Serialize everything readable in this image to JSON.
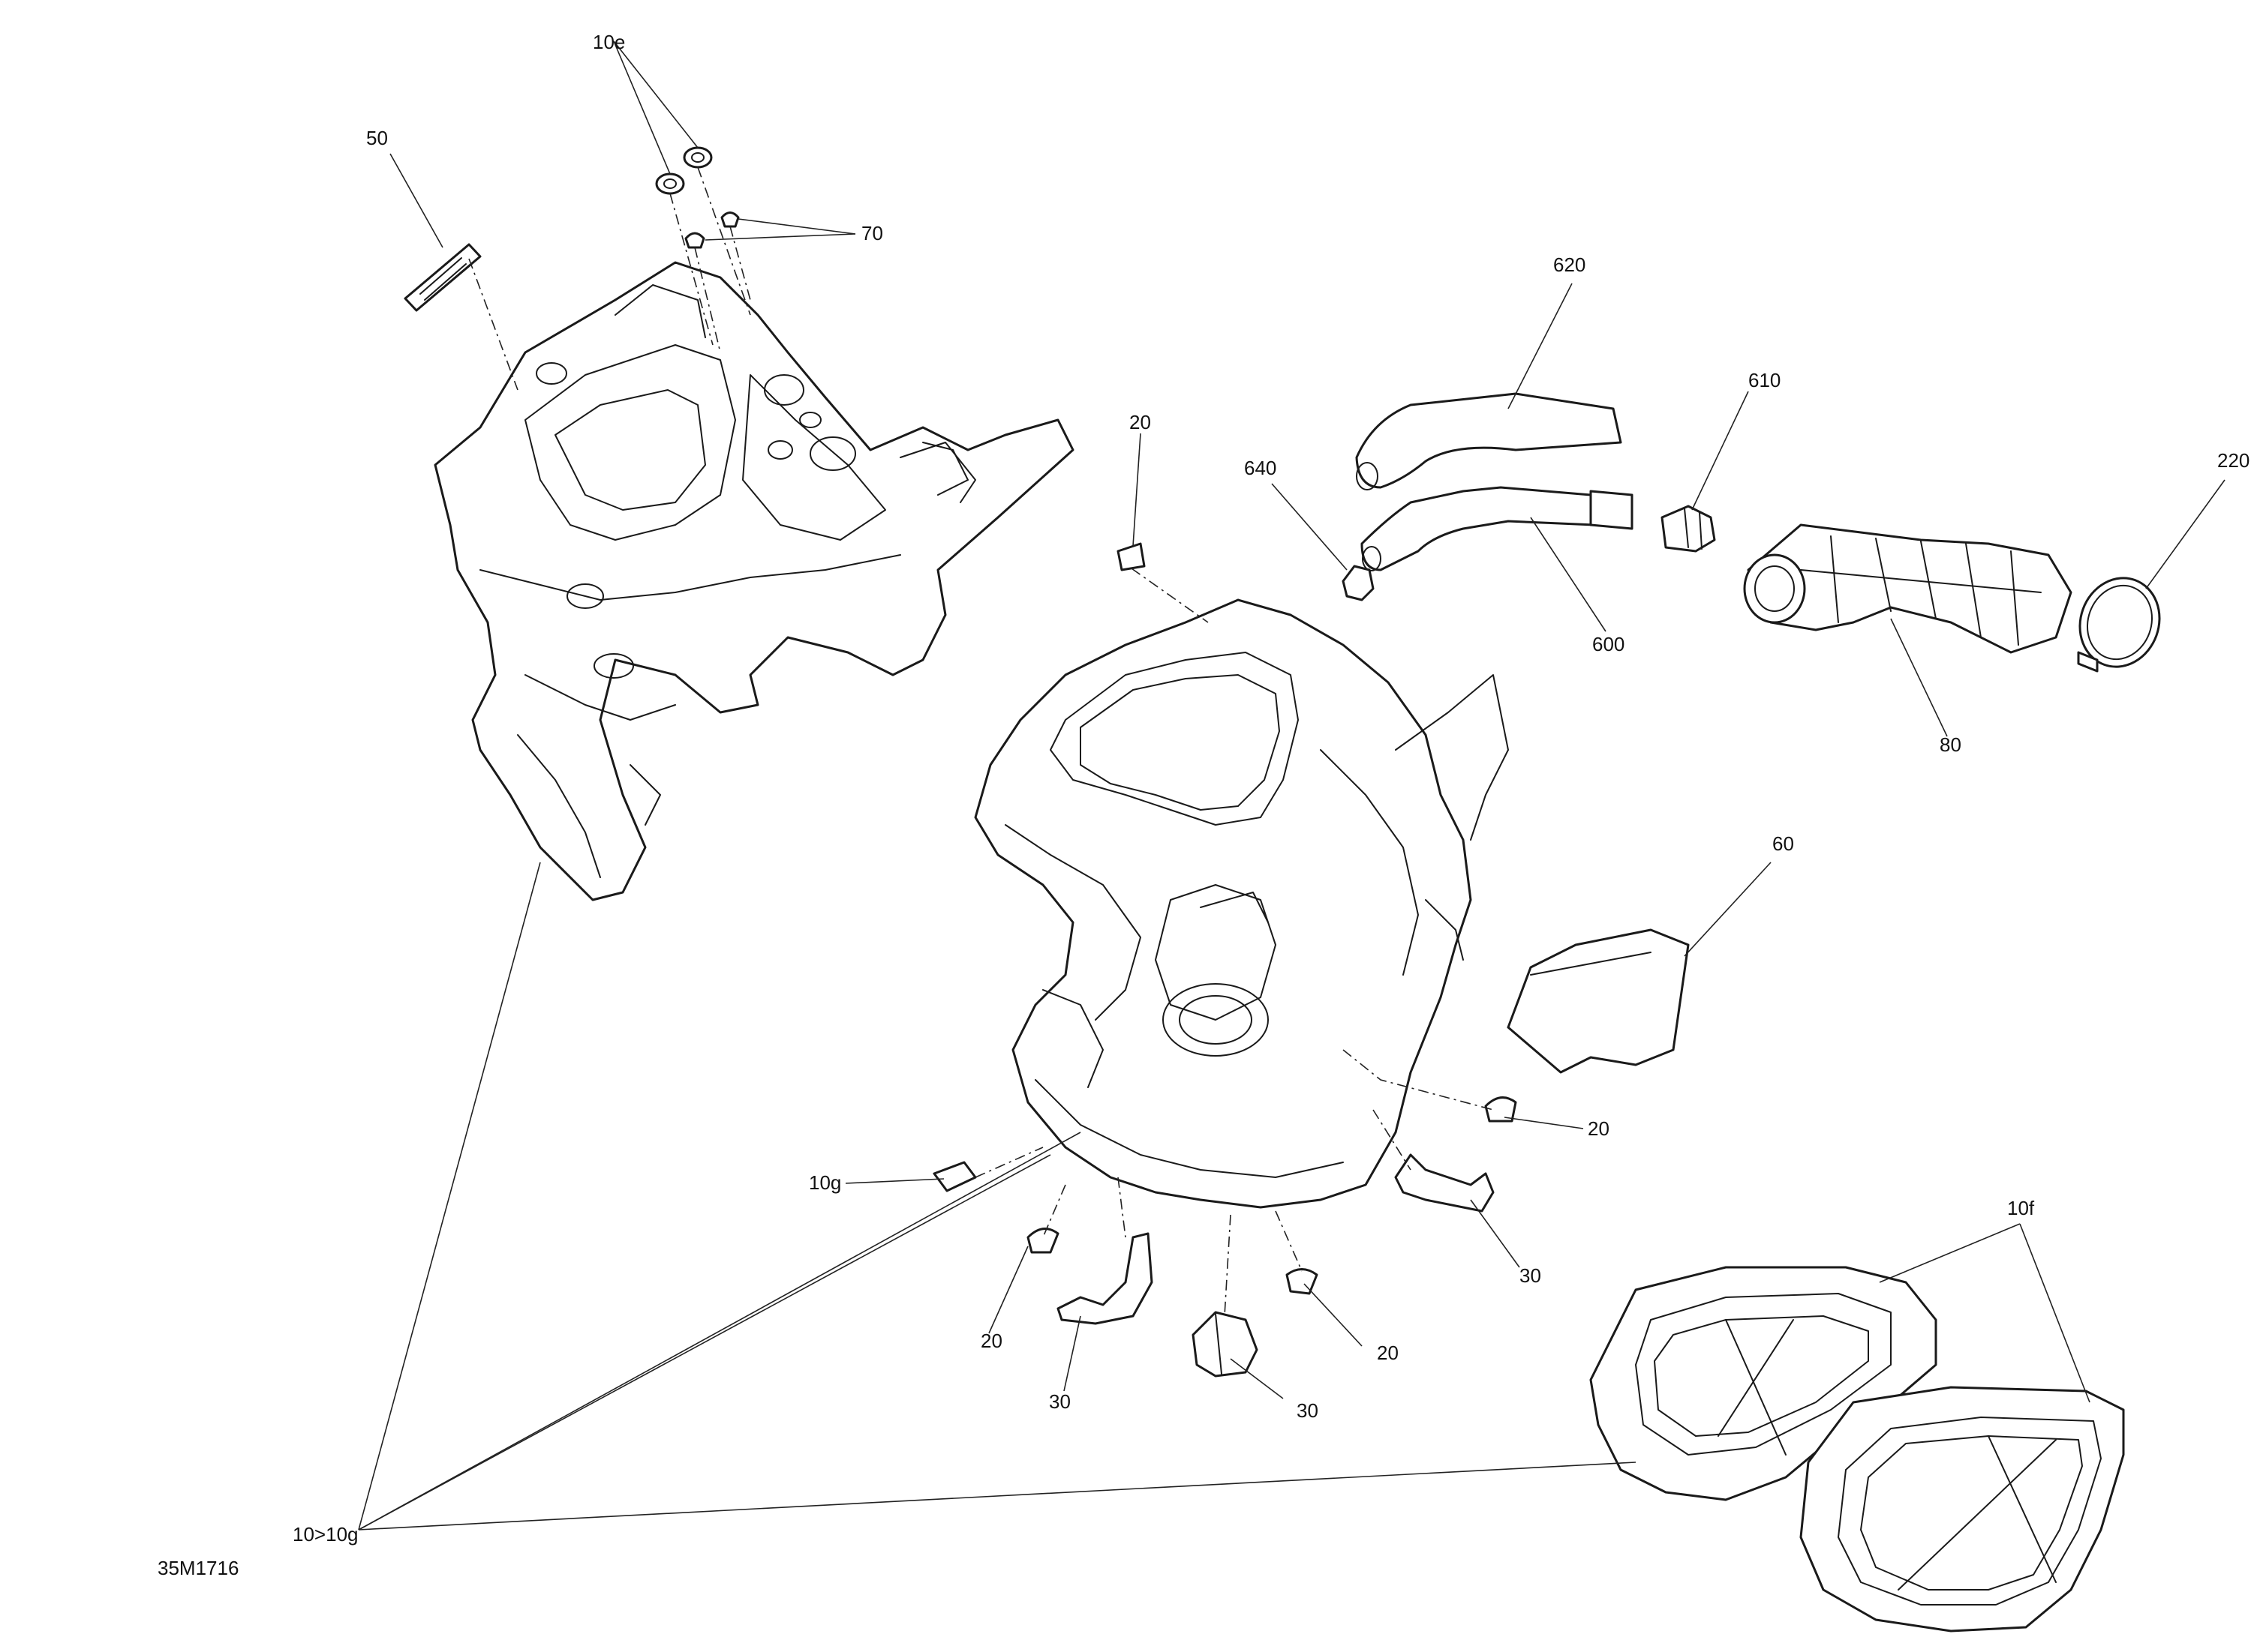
{
  "diagram": {
    "drawing_number": "35M1716",
    "callouts": {
      "c10e": "10e",
      "c50": "50",
      "c70": "70",
      "c620": "620",
      "c610": "610",
      "c640": "640",
      "c220": "220",
      "c20_top": "20",
      "c600": "600",
      "c80": "80",
      "c60": "60",
      "c20_right": "20",
      "c10f": "10f",
      "c10g": "10g",
      "c30_right": "30",
      "c20_lower_left": "20",
      "c20_lower_mid": "20",
      "c30_lower_left": "30",
      "c30_lower_mid": "30",
      "c10_10g": "10>10g"
    }
  }
}
